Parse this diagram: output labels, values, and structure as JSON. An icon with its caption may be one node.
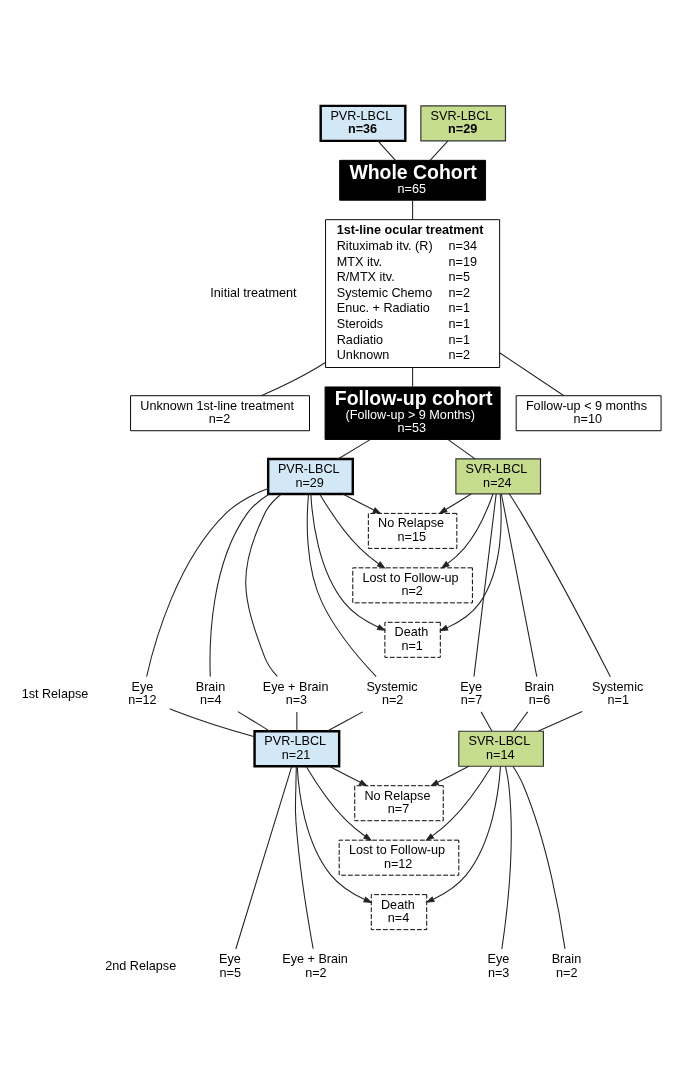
{
  "diagram": {
    "nodes": [
      {
        "text": [
          "PVR-LBCL",
          "n=36"
        ]
      },
      {
        "text": [
          "SVR-LBCL",
          "n=29"
        ]
      },
      {
        "text": [
          "Whole Cohort",
          "n=65"
        ]
      },
      {
        "text": [
          "1st-line ocular treatment",
          "Rituximab itv. (R)",
          "n=34",
          "MTX itv.",
          "n=19",
          "R/MTX itv.",
          "n=5",
          "Systemic Chemo",
          "n=2",
          "Enuc. + Radiatio",
          "n=1",
          "Steroids",
          "n=1",
          "Radiatio",
          "n=1",
          "Unknown",
          "n=2"
        ]
      },
      {
        "text": [
          "Unknown 1st-line treatment",
          "n=2"
        ]
      },
      {
        "text": [
          "Follow-up cohort",
          "(Follow-up > 9 Months)",
          "n=53"
        ]
      },
      {
        "text": [
          "Follow-up < 9 months",
          "n=10"
        ]
      },
      {
        "text": [
          "PVR-LBCL",
          "n=29"
        ]
      },
      {
        "text": [
          "No Relapse",
          "n=15"
        ]
      },
      {
        "text": [
          "Lost to Follow-up",
          "n=2"
        ]
      },
      {
        "text": [
          "Death",
          "n=1"
        ]
      },
      {
        "text": [
          "SVR-LBCL",
          "n=24"
        ]
      },
      {
        "text": [
          "Eye",
          "n=12"
        ]
      },
      {
        "text": [
          "Brain",
          "n=4"
        ]
      },
      {
        "text": [
          "Eye + Brain",
          "n=3"
        ]
      },
      {
        "text": [
          "Systemic",
          "n=2"
        ]
      },
      {
        "text": [
          "Eye",
          "n=7"
        ]
      },
      {
        "text": [
          "Brain",
          "n=6"
        ]
      },
      {
        "text": [
          "Systemic",
          "n=1"
        ]
      },
      {
        "text": [
          "PVR-LBCL",
          "n=21"
        ]
      },
      {
        "text": [
          "No Relapse",
          "n=7"
        ]
      },
      {
        "text": [
          "Lost to Follow-up",
          "n=12"
        ]
      },
      {
        "text": [
          "Death",
          "n=4"
        ]
      },
      {
        "text": [
          "SVR-LBCL",
          "n=14"
        ]
      },
      {
        "text": [
          "Eye",
          "n=5"
        ]
      },
      {
        "text": [
          "Eye + Brain",
          "n=2"
        ]
      },
      {
        "text": [
          "Eye",
          "n=3"
        ]
      },
      {
        "text": [
          "Brain",
          "n=2"
        ]
      }
    ],
    "edges": [
      {
        "from": 0,
        "to": 2,
        "arrow": "none"
      },
      {
        "from": 1,
        "to": 2,
        "arrow": "none"
      },
      {
        "from": 2,
        "to": 3,
        "arrow": "none"
      },
      {
        "from": 3,
        "to": 4,
        "arrow": "none"
      },
      {
        "from": 3,
        "to": 5,
        "arrow": "none"
      },
      {
        "from": 3,
        "to": 6,
        "arrow": "none"
      },
      {
        "from": 5,
        "to": 7,
        "arrow": "none"
      },
      {
        "from": 5,
        "to": 11,
        "arrow": "none"
      },
      {
        "from": 7,
        "to": 8,
        "arrow": "to"
      },
      {
        "from": 7,
        "to": 9,
        "arrow": "to"
      },
      {
        "from": 7,
        "to": 10,
        "arrow": "to"
      },
      {
        "from": 11,
        "to": 8,
        "arrow": "to"
      },
      {
        "from": 11,
        "to": 9,
        "arrow": "to"
      },
      {
        "from": 11,
        "to": 10,
        "arrow": "to"
      },
      {
        "from": 7,
        "to": 12,
        "arrow": "none"
      },
      {
        "from": 7,
        "to": 13,
        "arrow": "none"
      },
      {
        "from": 7,
        "to": 14,
        "arrow": "none"
      },
      {
        "from": 7,
        "to": 15,
        "arrow": "none"
      },
      {
        "from": 11,
        "to": 16,
        "arrow": "none"
      },
      {
        "from": 11,
        "to": 17,
        "arrow": "none"
      },
      {
        "from": 11,
        "to": 18,
        "arrow": "none"
      },
      {
        "from": 12,
        "to": 19,
        "arrow": "none"
      },
      {
        "from": 13,
        "to": 19,
        "arrow": "none"
      },
      {
        "from": 14,
        "to": 19,
        "arrow": "none"
      },
      {
        "from": 15,
        "to": 19,
        "arrow": "none"
      },
      {
        "from": 16,
        "to": 23,
        "arrow": "none"
      },
      {
        "from": 17,
        "to": 23,
        "arrow": "none"
      },
      {
        "from": 18,
        "to": 23,
        "arrow": "none"
      },
      {
        "from": 19,
        "to": 20,
        "arrow": "to"
      },
      {
        "from": 19,
        "to": 21,
        "arrow": "to"
      },
      {
        "from": 19,
        "to": 22,
        "arrow": "to"
      },
      {
        "from": 23,
        "to": 20,
        "arrow": "to"
      },
      {
        "from": 23,
        "to": 21,
        "arrow": "to"
      },
      {
        "from": 23,
        "to": 22,
        "arrow": "to"
      },
      {
        "from": 19,
        "to": 24,
        "arrow": "none"
      },
      {
        "from": 19,
        "to": 25,
        "arrow": "none"
      },
      {
        "from": 23,
        "to": 26,
        "arrow": "none"
      },
      {
        "from": 23,
        "to": 27,
        "arrow": "none"
      }
    ],
    "labels": [
      "Initial treatment",
      "1st Relapse",
      "2nd Relapse"
    ]
  }
}
